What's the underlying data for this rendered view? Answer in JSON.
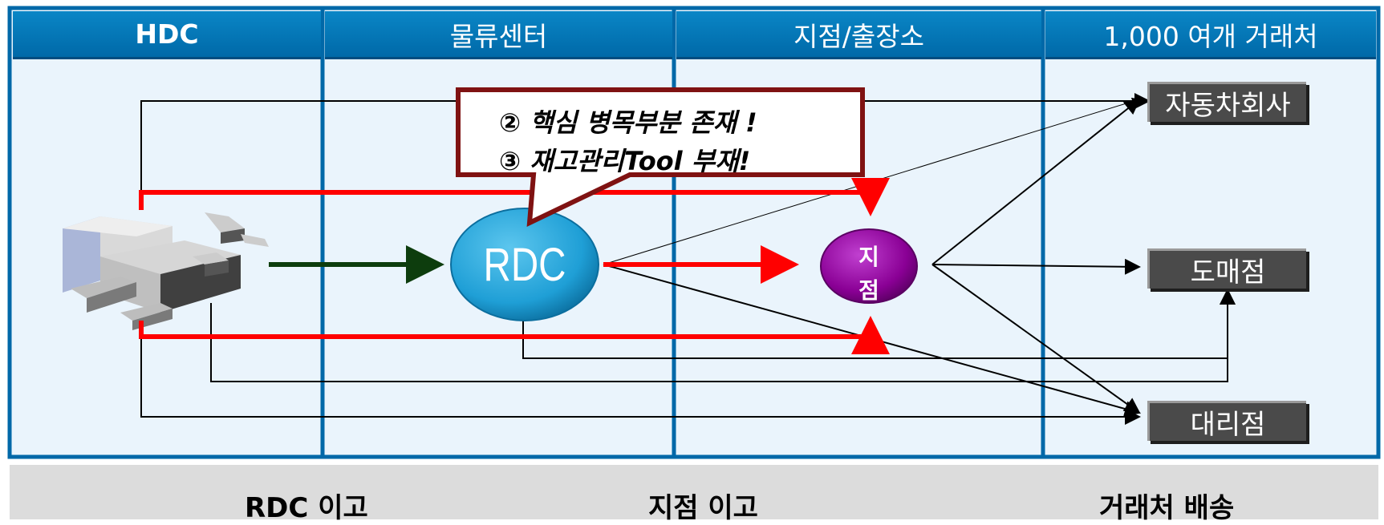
{
  "columns": [
    {
      "title": "HDC"
    },
    {
      "title": "물류센터"
    },
    {
      "title": "지점/출장소"
    },
    {
      "title": "1,000 여개 거래처"
    }
  ],
  "nodes": {
    "rdc": "RDC",
    "branch_line1": "지",
    "branch_line2": "점",
    "customers": [
      "자동차회사",
      "도매점",
      "대리점"
    ]
  },
  "callout": {
    "line1": "② 핵심 병목부분 존재 !",
    "line2": "③ 재고관리Tool 부재!"
  },
  "legend": [
    {
      "label": "RDC 이고",
      "color": "#0d3d0d"
    },
    {
      "label": "지점 이고",
      "color": "#ff0000"
    },
    {
      "label": "거래처 배송",
      "color": "#000000"
    }
  ],
  "colors": {
    "header": "#0075b8",
    "panel": "#eaf4fc",
    "border": "#0068a8",
    "rdc": "#1f9fd6",
    "branch": "#8a0095",
    "callout_border": "#7f1212"
  }
}
